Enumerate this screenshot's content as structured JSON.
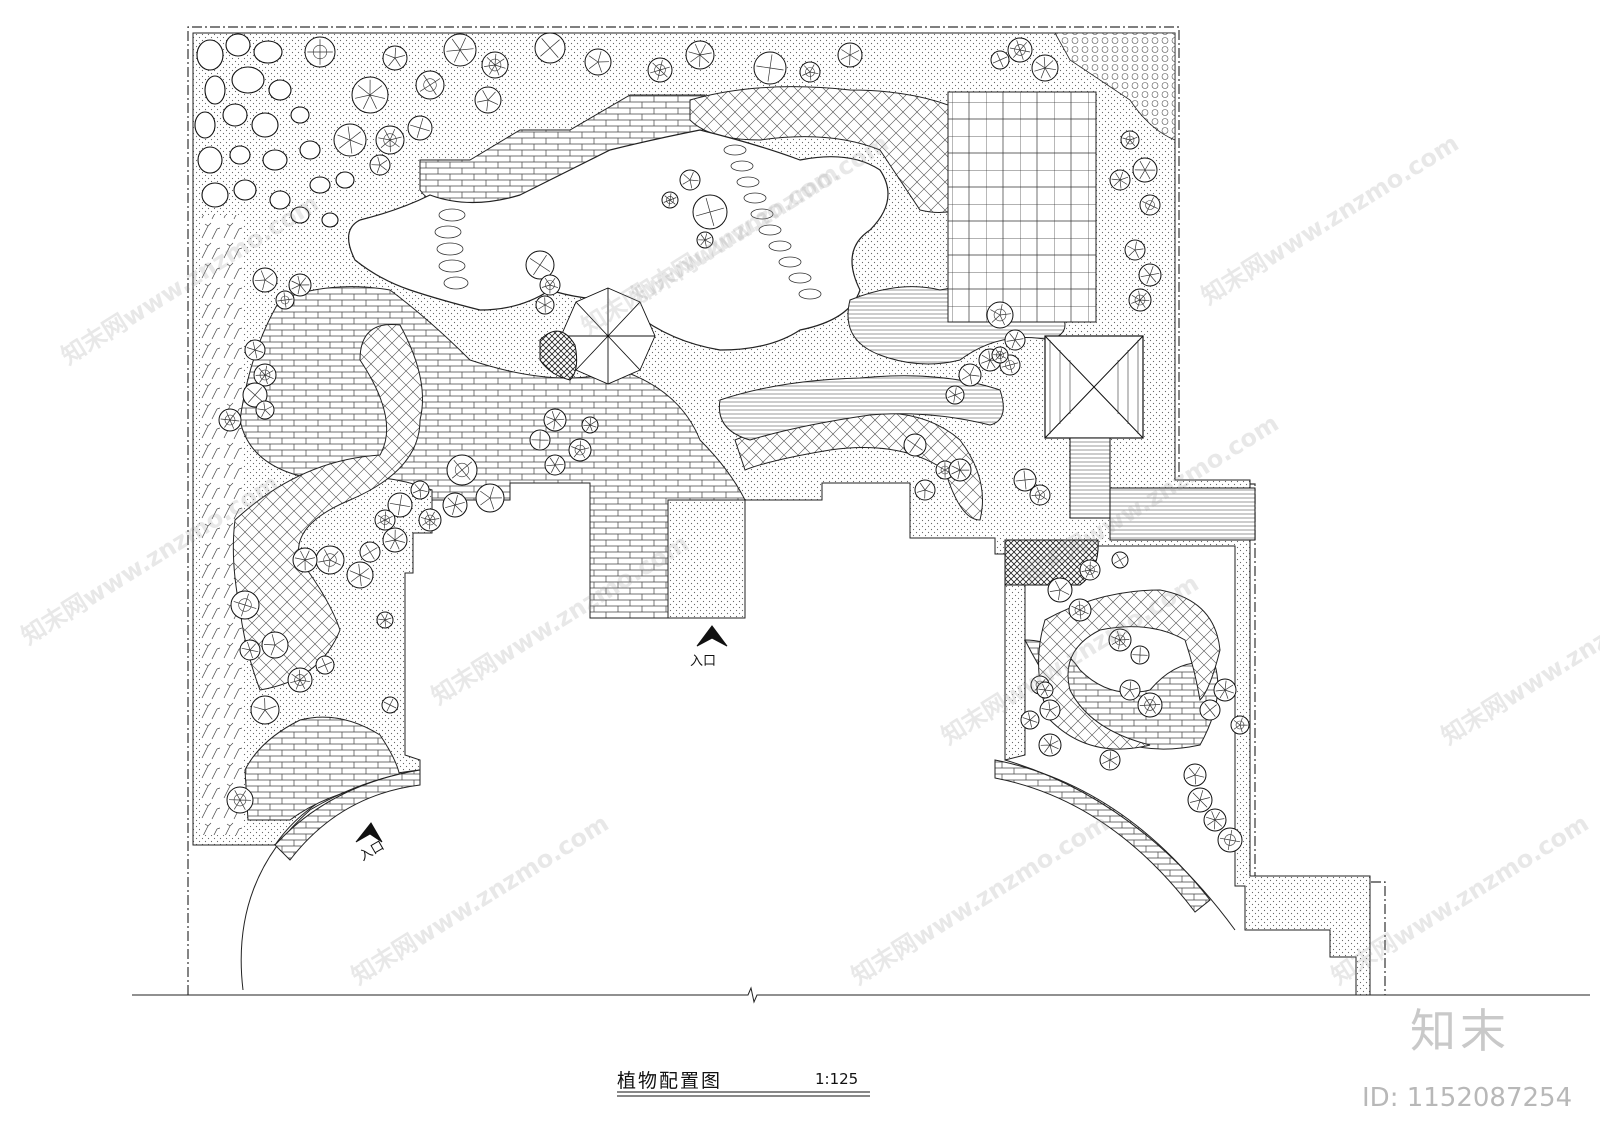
{
  "drawing": {
    "title": "植物配置图",
    "scale": "1:125",
    "entrance_label": "入口"
  },
  "watermark": {
    "url_text": "知末网www.znzmo.com",
    "brand": "知末",
    "image_id": "ID: 1152087254"
  },
  "colors": {
    "line": "#1a1a1a",
    "fill_dark": "#555555",
    "watermark": "#c9c9c9"
  }
}
